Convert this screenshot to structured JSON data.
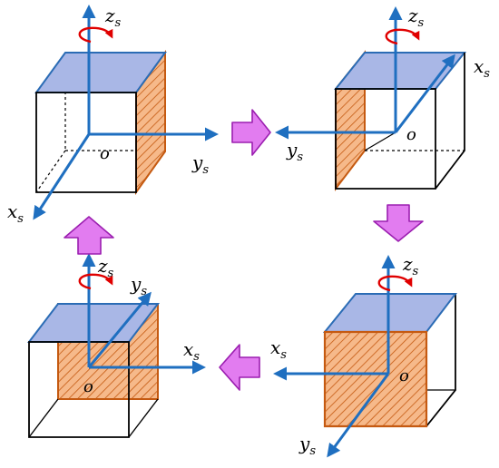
{
  "colors": {
    "axis": "#1f6fc0",
    "top_face": "#a9b7e6",
    "top_edge": "#2b6cb5",
    "hatch_fill": "#f6b98a",
    "hatch_edge": "#c55a11",
    "rotation": "#e00000",
    "arrow_fill": "#e27cf0",
    "arrow_edge": "#9b1fb0",
    "edge": "#000000"
  },
  "diagram": {
    "origin_label": "o",
    "axis_letters": {
      "x": "x",
      "y": "y",
      "z": "z"
    },
    "axis_subscript": "s",
    "icons": [
      "rotation-arrow-icon",
      "step-arrow-icon"
    ],
    "panels": [
      {
        "id": "top-left",
        "hatched_face": "right"
      },
      {
        "id": "top-right",
        "hatched_face": "left"
      },
      {
        "id": "bottom-right",
        "hatched_face": "front"
      },
      {
        "id": "bottom-left",
        "hatched_face": "back"
      }
    ],
    "flow": [
      "top-left",
      "top-right",
      "bottom-right",
      "bottom-left",
      "top-left"
    ]
  }
}
